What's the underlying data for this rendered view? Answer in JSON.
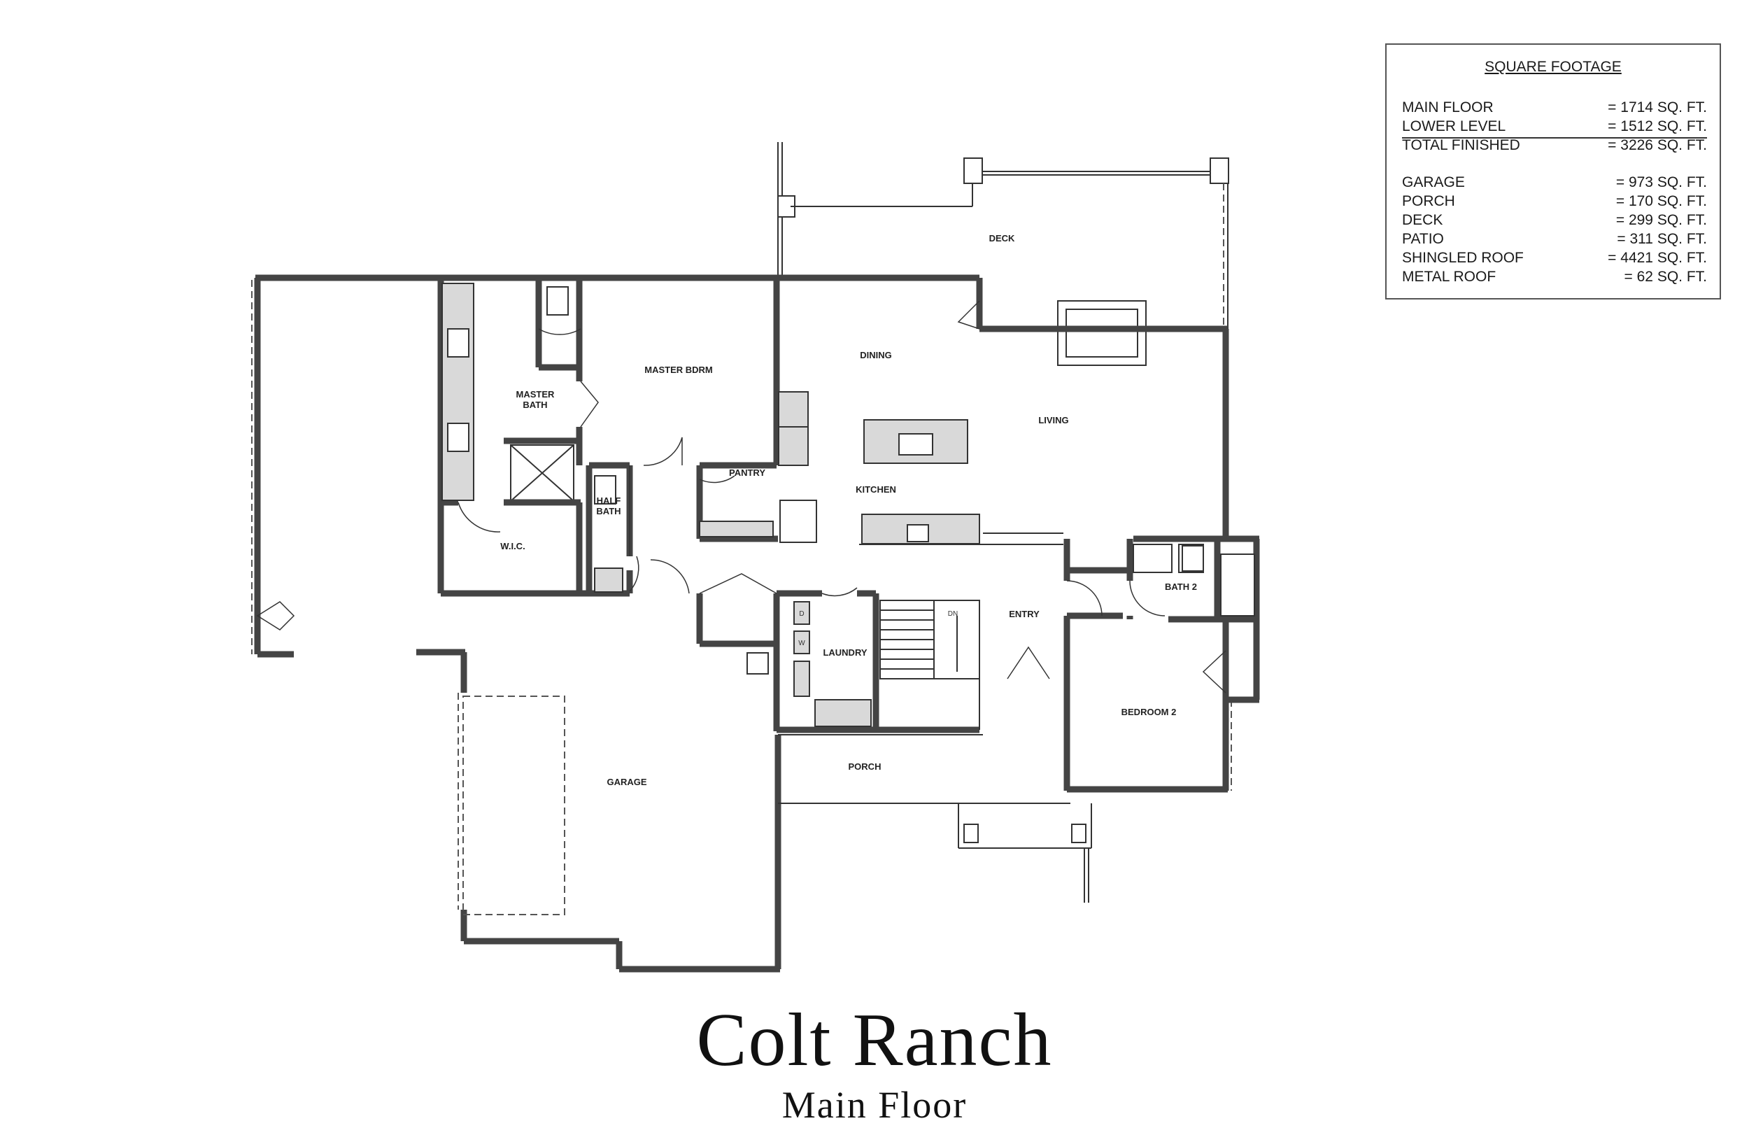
{
  "title": "Colt Ranch",
  "subtitle": "Main Floor",
  "rooms": {
    "deck": "DECK",
    "dining": "DINING",
    "living": "LIVING",
    "kitchen": "KITCHEN",
    "pantry": "PANTRY",
    "master_bdrm": "MASTER BDRM",
    "master_bath_1": "MASTER",
    "master_bath_2": "BATH",
    "half_bath_1": "HALF",
    "half_bath_2": "BATH",
    "wic": "W.I.C.",
    "laundry": "LAUNDRY",
    "entry": "ENTRY",
    "bath2": "BATH 2",
    "bedroom2": "BEDROOM 2",
    "porch": "PORCH",
    "garage": "GARAGE",
    "stair_dn": "DN",
    "dryer": "D",
    "washer": "W"
  },
  "square_footage": {
    "title": "SQUARE FOOTAGE",
    "rows": [
      {
        "label": "MAIN FLOOR",
        "value": "= 1714 SQ. FT."
      },
      {
        "label": "LOWER LEVEL",
        "value": "= 1512 SQ. FT."
      },
      {
        "label": "TOTAL FINISHED",
        "value": "= 3226 SQ. FT."
      },
      {
        "label": "GARAGE",
        "value": "=   973 SQ. FT."
      },
      {
        "label": "PORCH",
        "value": "=   170 SQ. FT."
      },
      {
        "label": "DECK",
        "value": "=   299 SQ. FT."
      },
      {
        "label": "PATIO",
        "value": "=   311 SQ. FT."
      },
      {
        "label": "SHINGLED ROOF",
        "value": "= 4421 SQ. FT."
      },
      {
        "label": "METAL ROOF",
        "value": "=     62 SQ. FT."
      }
    ]
  }
}
